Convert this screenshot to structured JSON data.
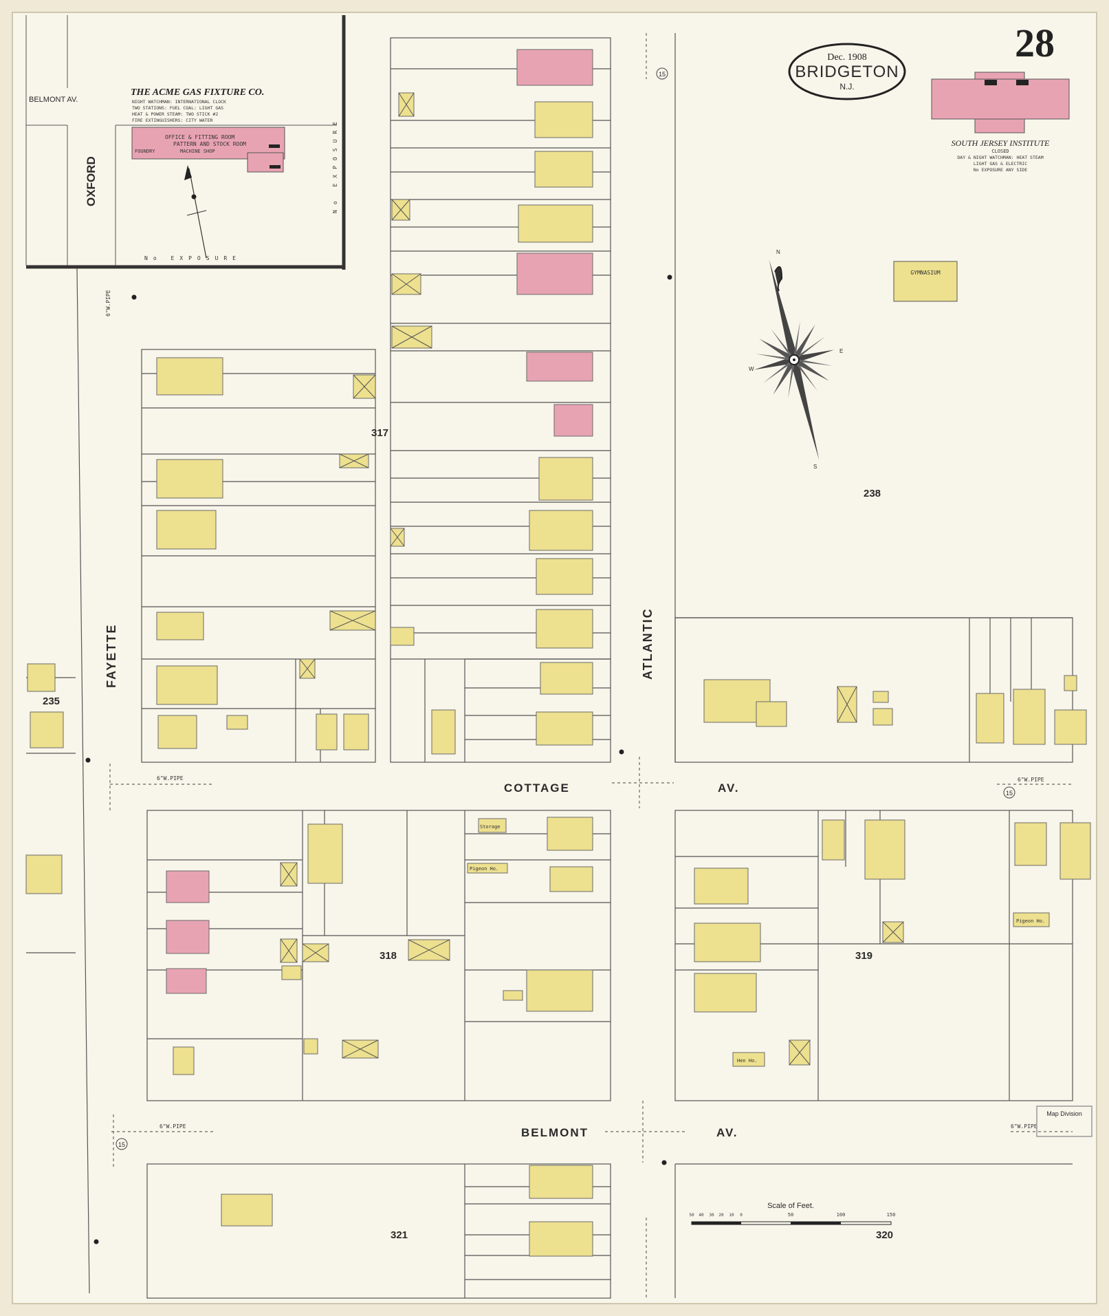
{
  "header": {
    "date": "Dec. 1908",
    "city": "BRIDGETON",
    "state": "N.J.",
    "sheet_number": "28"
  },
  "inset": {
    "title": "THE ACME GAS FIXTURE CO.",
    "notes": [
      "NIGHT WATCHMAN: INTERNATIONAL CLOCK",
      "TWO STATIONS: FUEL COAL: LIGHT GAS",
      "HEAT & POWER STEAM: TWO STICK #2",
      "FIRE EXTINGUISHERS: CITY WATER"
    ],
    "room_labels": [
      "OFFICE & FITTING ROOM",
      "PATTERN AND STOCK ROOM",
      "FOUNDRY",
      "MACHINE SHOP"
    ],
    "street_belmont": "BELMONT AV.",
    "street_oxford": "OXFORD",
    "exposure_bottom": "No EXPOSURE",
    "exposure_right": "No EXPOSURE"
  },
  "institute": {
    "name": "SOUTH JERSEY INSTITUTE",
    "status": "CLOSED",
    "notes": [
      "DAY & NIGHT WATCHMAN: HEAT STEAM",
      "LIGHT GAS & ELECTRIC",
      "No EXPOSURE ANY SIDE"
    ],
    "gymnasium": "GYMNASIUM"
  },
  "compass": {
    "n": "N",
    "s": "S",
    "e": "E",
    "w": "W"
  },
  "streets": {
    "fayette": "FAYETTE",
    "atlantic": "ATLANTIC",
    "cottage": "COTTAGE",
    "cottage_av": "AV.",
    "belmont": "BELMONT",
    "belmont_av": "AV."
  },
  "blocks": [
    "317",
    "318",
    "319",
    "320",
    "321",
    "235",
    "238"
  ],
  "annotations": {
    "water_pipe": "6\"W.PIPE",
    "hydrant_circle": "15",
    "storage": "Storage",
    "pigeon_ho": "Pigeon Ho.",
    "hen_ho": "Hen Ho.",
    "map_division": "Map Division"
  },
  "scale": {
    "title": "Scale of Feet.",
    "ticks": [
      "50",
      "40",
      "30",
      "20",
      "10",
      "0",
      "50",
      "100",
      "150"
    ]
  },
  "colors": {
    "paper": "#efe9d6",
    "frame_paper": "#f7f3e6",
    "yellow": "#ede08f",
    "pink": "#e8a3b3",
    "line": "#555555"
  }
}
